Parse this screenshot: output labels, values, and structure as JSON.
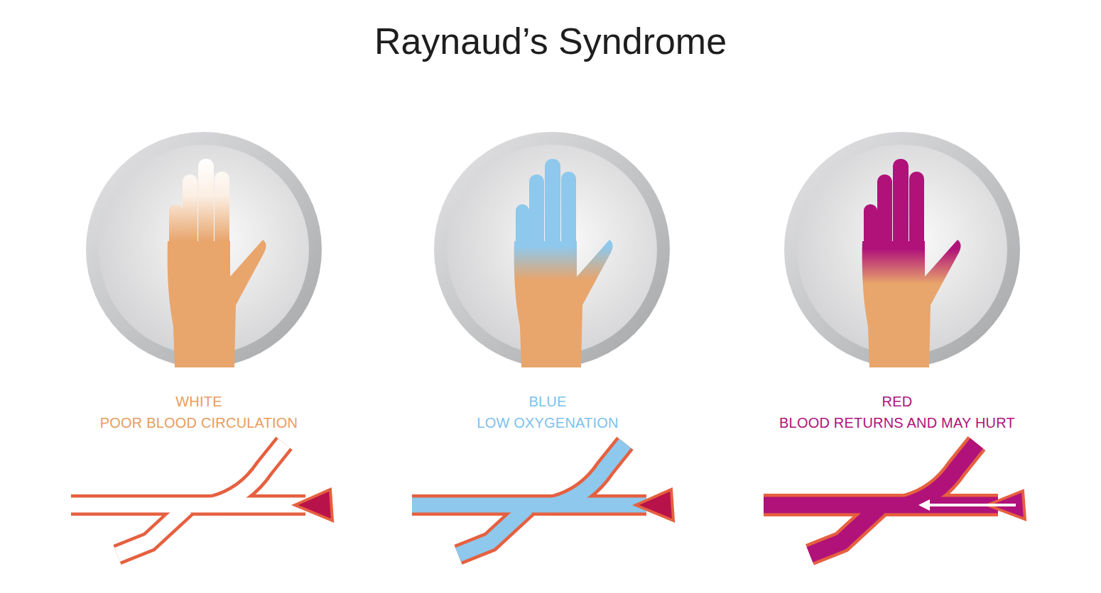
{
  "diagram": {
    "title": "Raynaud’s Syndrome",
    "labels": [
      "WHITE",
      "POOR BLOOD CIRCULATION",
      "BLUE",
      "LOW OXYGENATION",
      "RED",
      "BLOOD RETURNS AND MAY HURT"
    ]
  }
}
